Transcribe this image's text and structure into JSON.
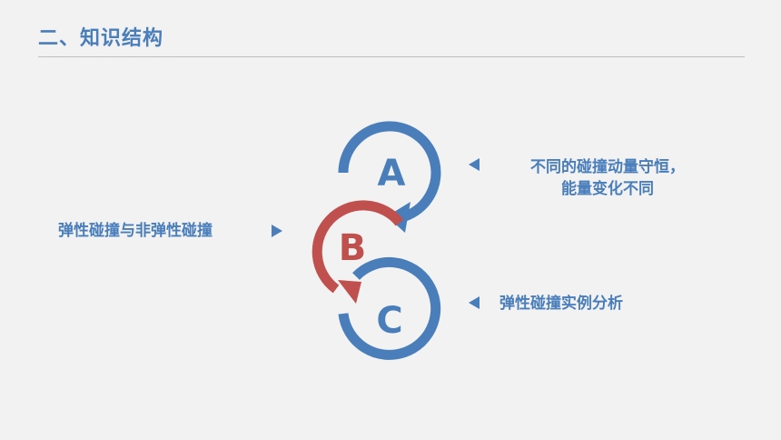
{
  "slide": {
    "title": "二、知识结构"
  },
  "diagram": {
    "nodes": [
      {
        "letter": "A",
        "color": "#4a7ebb"
      },
      {
        "letter": "B",
        "color": "#c0504d"
      },
      {
        "letter": "C",
        "color": "#4a7ebb"
      }
    ],
    "left_label": "弹性碰撞与非弹性碰撞",
    "right_top_label_line1": "不同的碰撞动量守恒，",
    "right_top_label_line2": "能量变化不同",
    "right_bottom_label": "弹性碰撞实例分析"
  }
}
